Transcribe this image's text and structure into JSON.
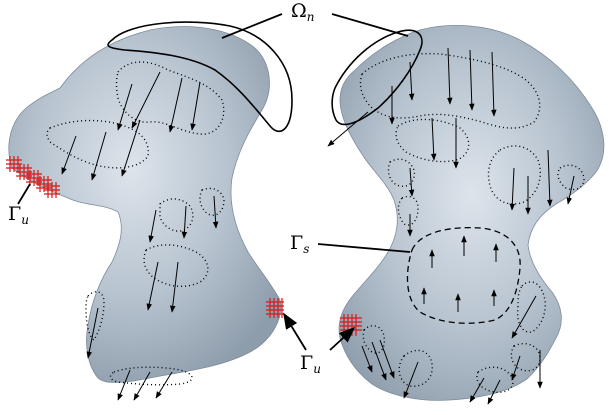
{
  "labels": {
    "omega_n": {
      "symbol": "Ω",
      "sub": "n"
    },
    "gamma_u_left": {
      "symbol": "Γ",
      "sub": "u"
    },
    "gamma_u_bottom": {
      "symbol": "Γ",
      "sub": "u"
    },
    "gamma_s": {
      "symbol": "Γ",
      "sub": "s"
    }
  },
  "colors": {
    "bone_fill": "#b7c3cf",
    "bone_shade": "#8e9dac",
    "bone_highlight": "#dde4eb",
    "outline": "#000000",
    "fixed_nodes": "#d81818",
    "background": "#ffffff"
  },
  "icons": {
    "fixed_marker": "red-cross-hatch",
    "load_arrow": "thin-arrow"
  }
}
